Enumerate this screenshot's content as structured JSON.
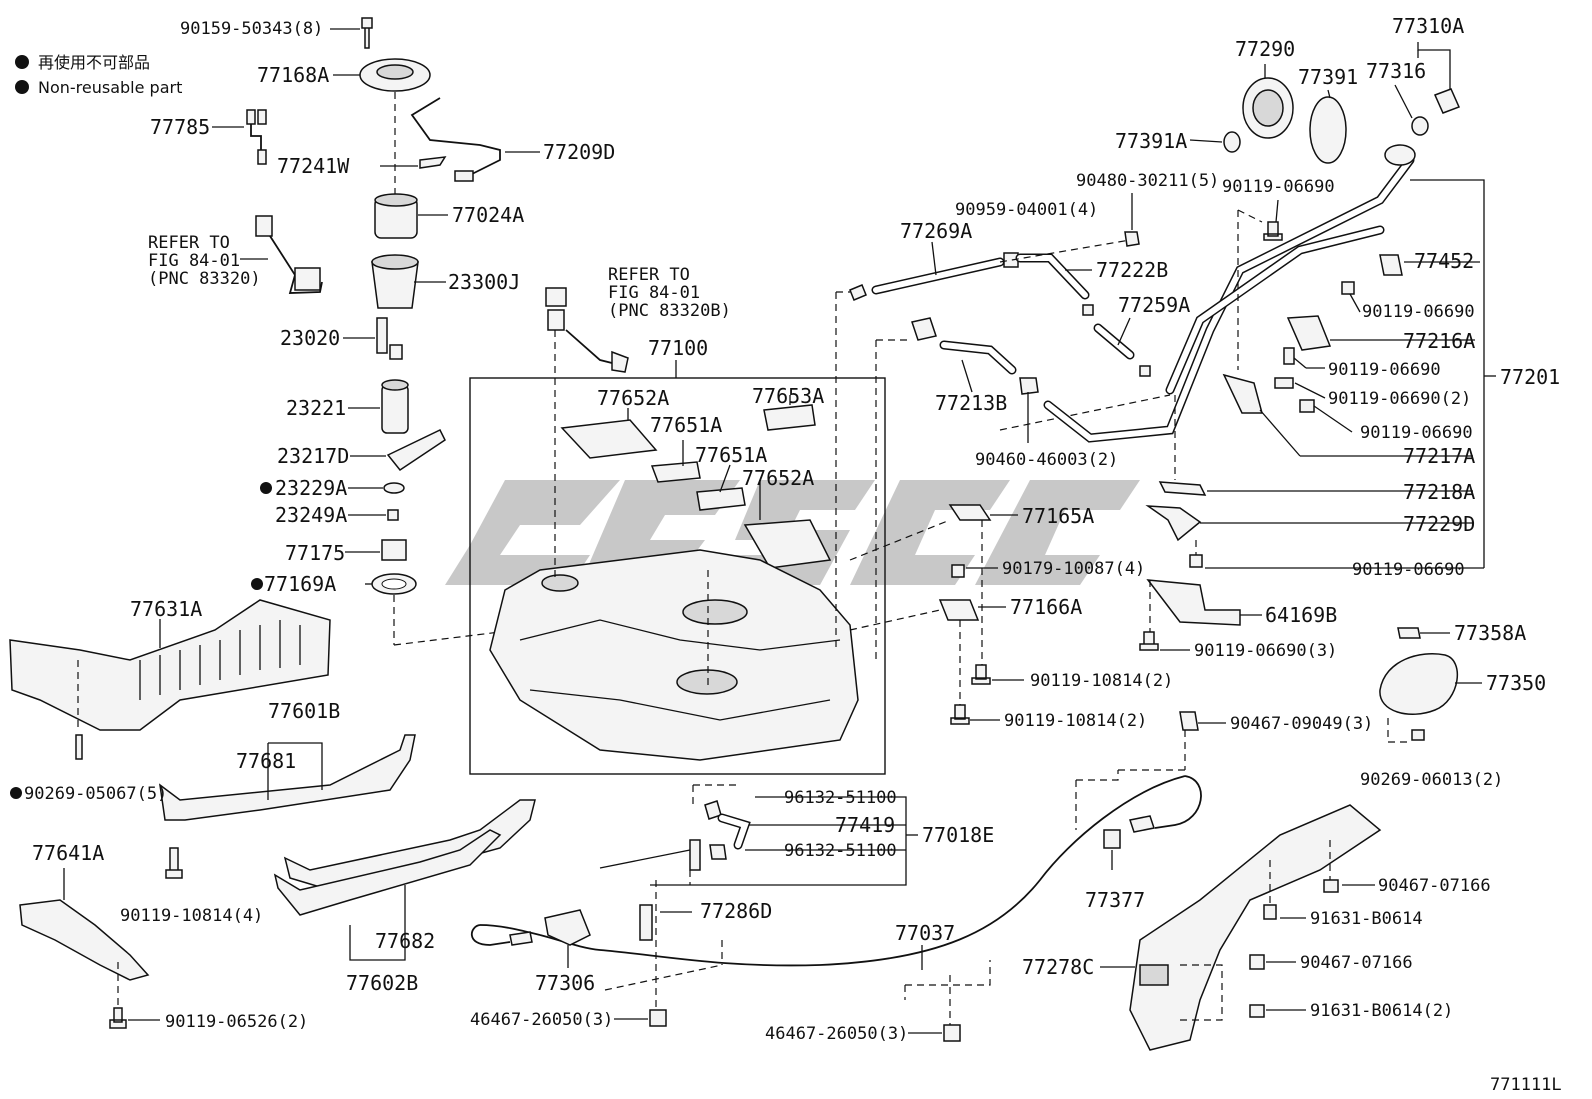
{
  "legend": {
    "line_ja": "再使用不可部品",
    "line_en": "Non-reusable part"
  },
  "refs": {
    "refer_to": "REFER TO",
    "fig1": "FIG 84-01",
    "pnc1": "(PNC 83320)",
    "fig2": "FIG 84-01",
    "pnc2": "(PNC 83320B)"
  },
  "labels": {
    "p90159": "90159-50343(8)",
    "p77168A": "77168A",
    "p77785": "77785",
    "p77241W": "77241W",
    "p77209D": "77209D",
    "p77024A": "77024A",
    "p23300J": "23300J",
    "p23020": "23020",
    "p23221": "23221",
    "p23217D": "23217D",
    "p23229A": "23229A",
    "p23249A": "23249A",
    "p77175": "77175",
    "p77169A": "77169A",
    "p77631A": "77631A",
    "p77601B": "77601B",
    "p77681": "77681",
    "p90269_05067": "90269-05067(5)",
    "p77641A": "77641A",
    "p90119_10814_4": "90119-10814(4)",
    "p90119_06526": "90119-06526(2)",
    "p77682": "77682",
    "p77602B": "77602B",
    "p77100": "77100",
    "p77652A_1": "77652A",
    "p77651A_1": "77651A",
    "p77651A_2": "77651A",
    "p77653A": "77653A",
    "p77652A_2": "77652A",
    "p77306": "77306",
    "p46467_a": "46467-26050(3)",
    "p77286D": "77286D",
    "p96132_a": "96132-51100",
    "p77419": "77419",
    "p96132_b": "96132-51100",
    "p77018E": "77018E",
    "p77037": "77037",
    "p46467_b": "46467-26050(3)",
    "p77269A": "77269A",
    "p90959": "90959-04001(4)",
    "p77222B": "77222B",
    "p77259A": "77259A",
    "p77213B": "77213B",
    "p90460": "90460-46003(2)",
    "p90480": "90480-30211(5)",
    "p77290": "77290",
    "p77391": "77391",
    "p77391A": "77391A",
    "p77310A": "77310A",
    "p77316": "77316",
    "p90119_06690_a": "90119-06690",
    "p77452": "77452",
    "p90119_06690_b": "90119-06690",
    "p77216A": "77216A",
    "p90119_06690_c": "90119-06690",
    "p77201": "77201",
    "p90119_06690_d": "90119-06690(2)",
    "p90119_06690_e": "90119-06690",
    "p77217A": "77217A",
    "p77218A": "77218A",
    "p77229D": "77229D",
    "p90119_06690_f": "90119-06690",
    "p77165A": "77165A",
    "p90179": "90179-10087(4)",
    "p77166A": "77166A",
    "p64169B": "64169B",
    "p90119_06690_3": "90119-06690(3)",
    "p90119_10814_a": "90119-10814(2)",
    "p90119_10814_b": "90119-10814(2)",
    "p77358A": "77358A",
    "p77350": "77350",
    "p90467_09049": "90467-09049(3)",
    "p90269_06013": "90269-06013(2)",
    "p77377": "77377",
    "p90467_07166_a": "90467-07166",
    "p91631_a": "91631-B0614",
    "p77278C": "77278C",
    "p90467_07166_b": "90467-07166",
    "p91631_b": "91631-B0614(2)",
    "fig_no": "771111L"
  },
  "colors": {
    "ink": "#111111",
    "watermark": "#9a9a9a"
  }
}
